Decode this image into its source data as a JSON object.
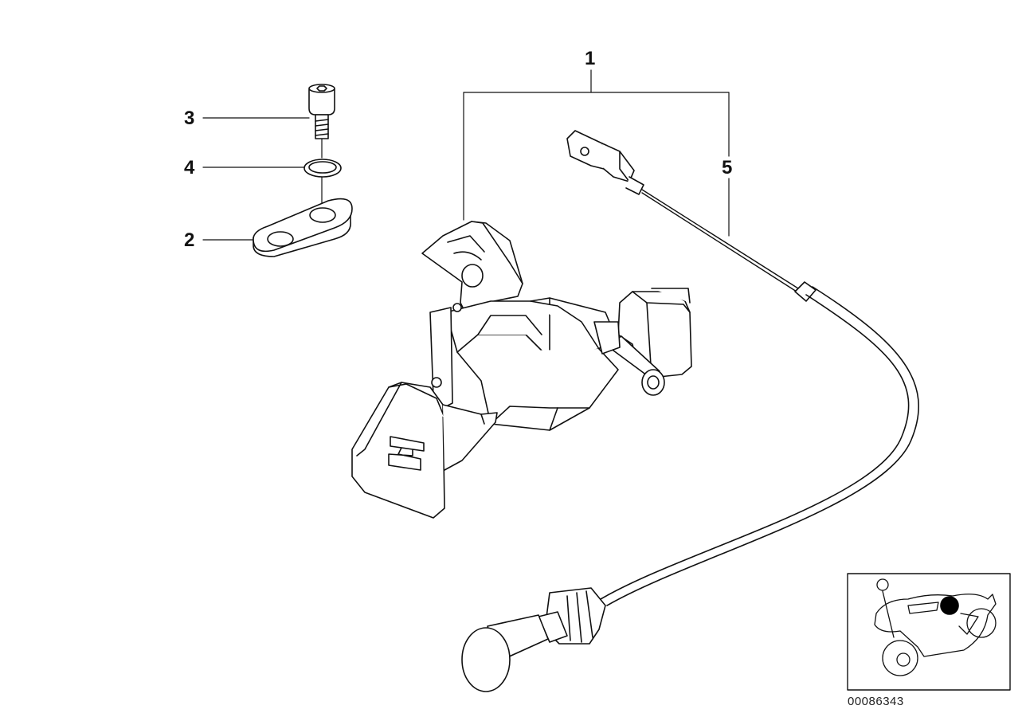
{
  "diagram": {
    "callouts": {
      "part_1": "1",
      "part_2": "2",
      "part_3": "3",
      "part_4": "4",
      "part_5": "5"
    },
    "document_number": "00086343"
  },
  "colors": {
    "stroke": "#111111",
    "fill": "#ffffff",
    "marker": "#000000"
  }
}
